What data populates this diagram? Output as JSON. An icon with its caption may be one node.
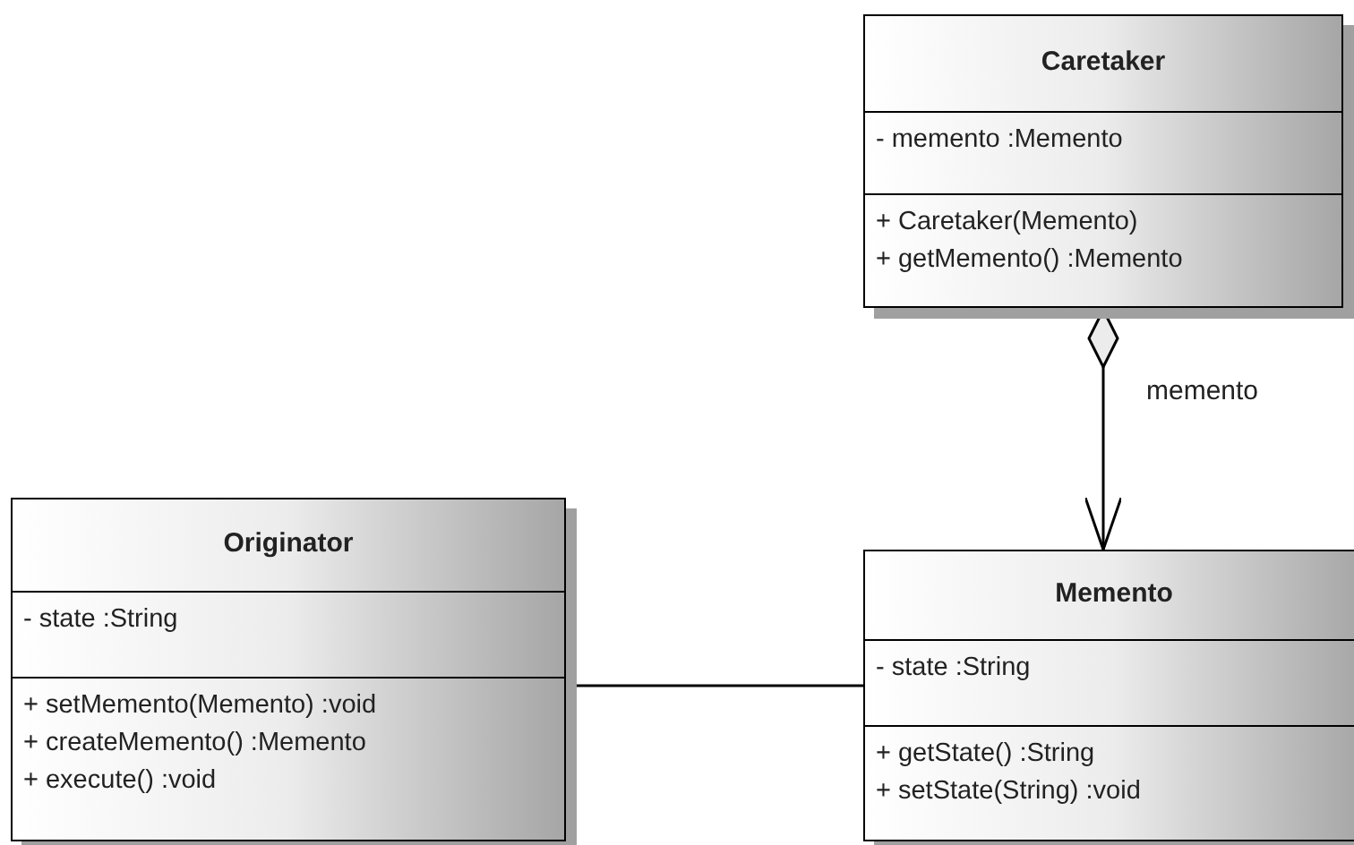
{
  "diagram": {
    "nodes": [
      {
        "text": [
          "Caretaker",
          "- memento :Memento",
          "+ Caretaker(Memento)",
          "+ getMemento() :Memento"
        ]
      },
      {
        "text": [
          "Originator",
          "- state :String",
          "+ setMemento(Memento) :void",
          "+ createMemento() :Memento",
          "+ execute() :void"
        ]
      },
      {
        "text": [
          "Memento",
          "- state :String",
          "+ getState() :String",
          "+ setState(String) :void"
        ]
      }
    ],
    "edges": [
      {
        "from": 0,
        "to": 2,
        "arrow": "to",
        "label": "memento"
      },
      {
        "from": 1,
        "to": 2,
        "arrow": "none"
      }
    ]
  }
}
